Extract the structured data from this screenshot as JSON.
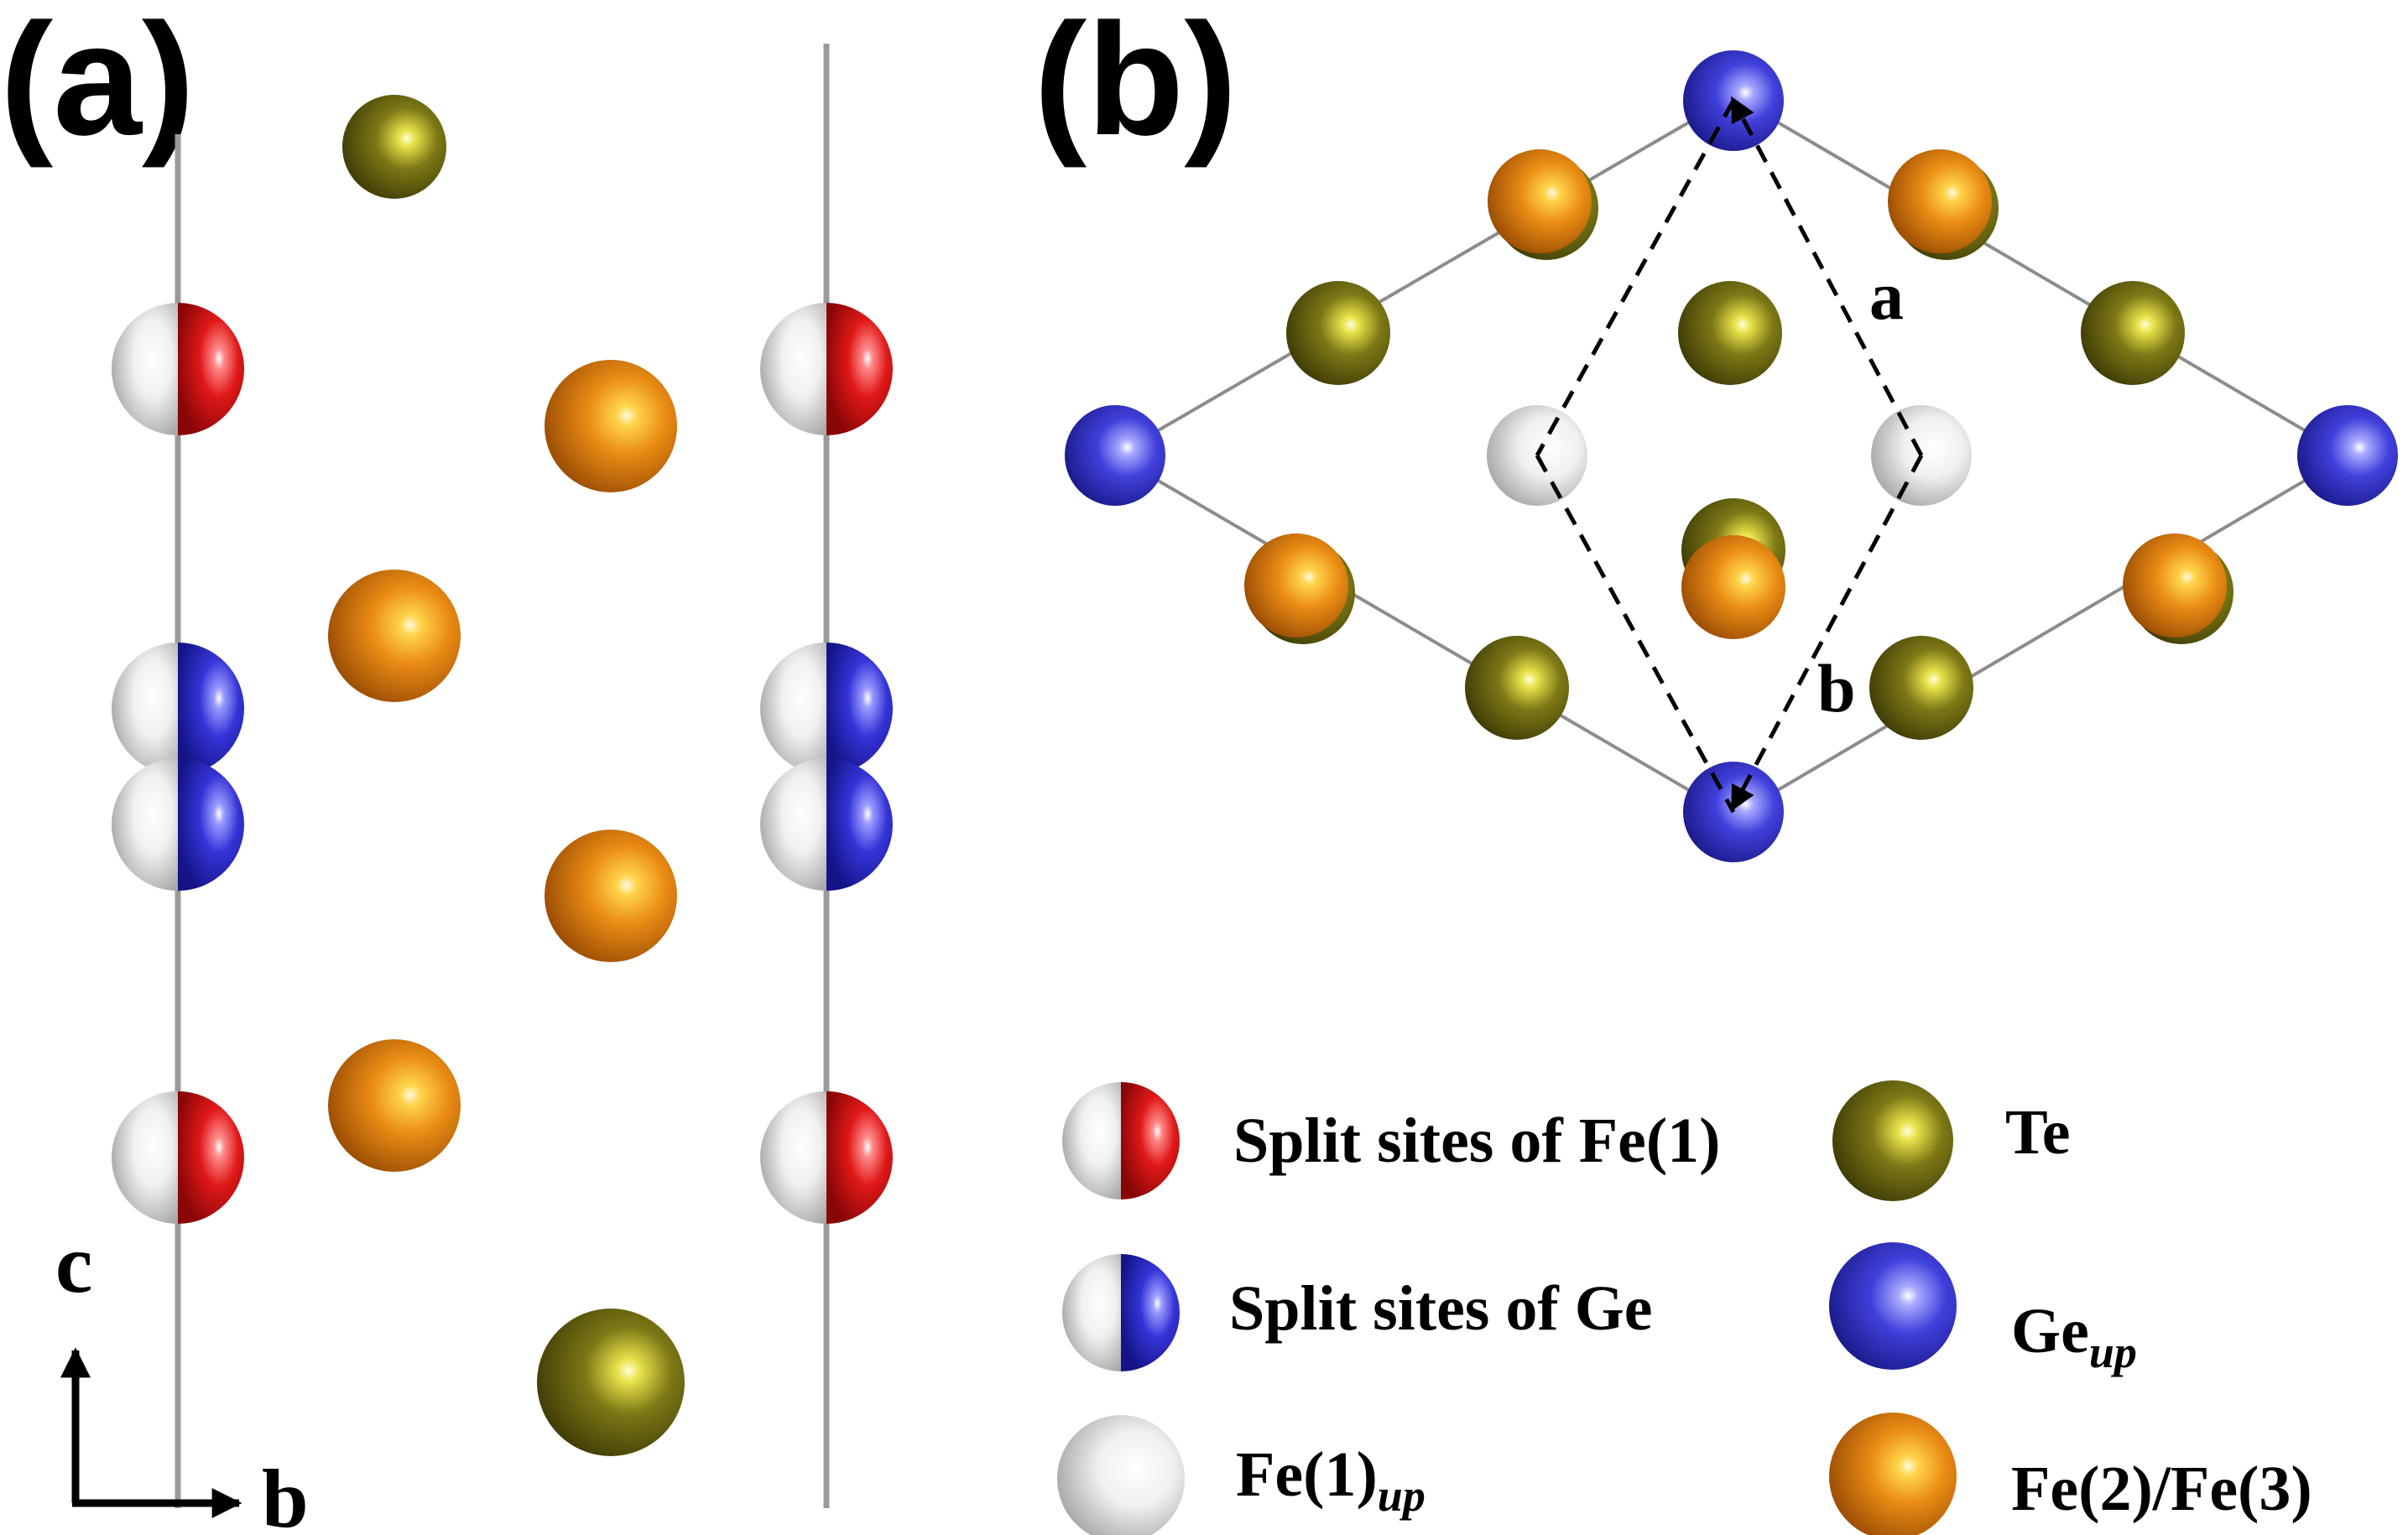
{
  "panels": {
    "a": {
      "label": "(a)"
    },
    "b": {
      "label": "(b)"
    }
  },
  "axes": {
    "vertical": "c",
    "horizontal": "b"
  },
  "vectors": {
    "a": "a",
    "b": "b"
  },
  "colors": {
    "te": "#6e6a12",
    "fe23": "#e08410",
    "ge": "#3a3ad0",
    "fe1": "#e2e2e2",
    "fe1_split": "#d81818",
    "line": "#8c8c8c"
  },
  "legend": [
    {
      "key": "fe1-split",
      "text": "Split sites of Fe(1)",
      "sub": ""
    },
    {
      "key": "te",
      "text": "Te",
      "sub": ""
    },
    {
      "key": "ge-split",
      "text": "Split sites of Ge",
      "sub": ""
    },
    {
      "key": "ge-up",
      "text": "Ge",
      "sub": "up"
    },
    {
      "key": "fe1-up",
      "text": "Fe(1)",
      "sub": "up"
    },
    {
      "key": "fe23",
      "text": "Fe(2)/Fe(3)",
      "sub": ""
    }
  ]
}
